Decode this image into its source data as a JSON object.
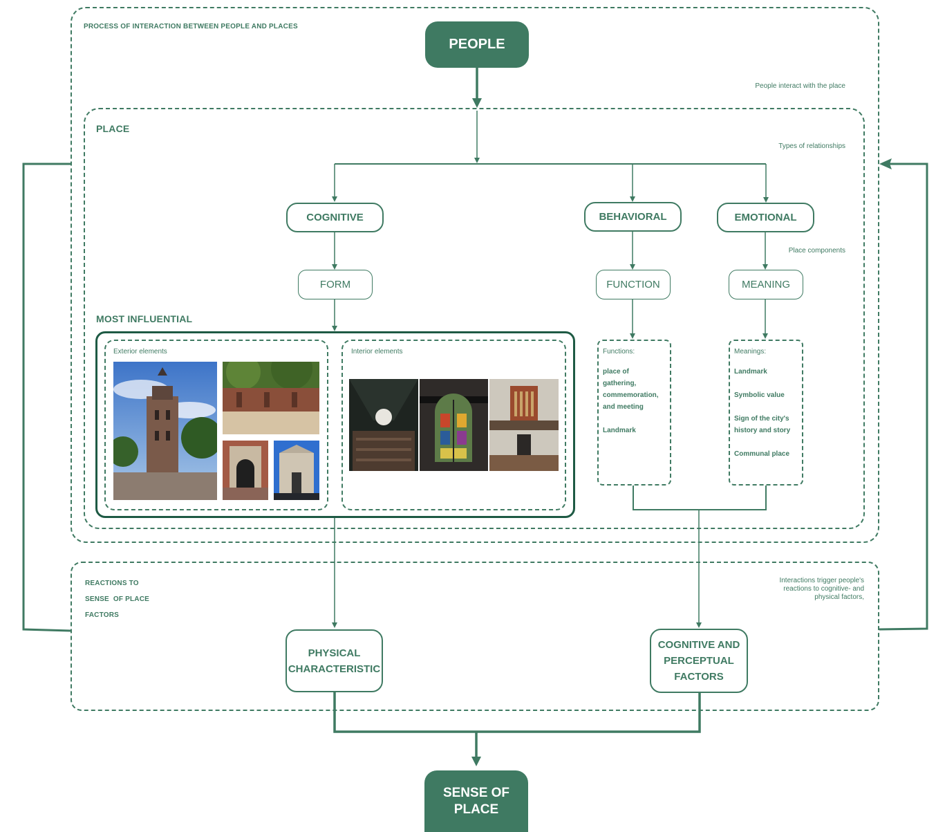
{
  "outer_frame": {
    "title": "PROCESS OF INTERACTION BETWEEN PEOPLE AND PLACES"
  },
  "people": "PEOPLE",
  "notes": {
    "people_interact": "People interact with the place",
    "types_relationships": "Types of relationships",
    "place_components": "Place components",
    "interactions_trigger": "Interactions trigger people's reactions to cognitive- and physical factors,"
  },
  "place": {
    "title": "PLACE",
    "relationships": [
      "COGNITIVE",
      "BEHAVIORAL",
      "EMOTIONAL"
    ],
    "components": [
      "FORM",
      "FUNCTION",
      "MEANING"
    ],
    "most_influential": "MOST INFLUENTIAL",
    "exterior_label": "Exterior elements",
    "interior_label": "Interior elements",
    "functions": {
      "title": "Functions:",
      "items": [
        "place of",
        "gathering,",
        "commemoration,",
        "and meeting",
        "",
        "Landmark"
      ]
    },
    "meanings": {
      "title": "Meanings:",
      "items": [
        "Landmark",
        "",
        "Symbolic value",
        "",
        "Sign of the city's",
        "history and story",
        "",
        "Communal place"
      ]
    }
  },
  "reactions": {
    "title_lines": [
      "REACTIONS TO",
      "SENSE  OF PLACE",
      "FACTORS"
    ],
    "physical": [
      "PHYSICAL",
      "CHARACTERISTIC"
    ],
    "cognitive": [
      "COGNITIVE AND",
      "PERCEPTUAL",
      "FACTORS"
    ]
  },
  "sense_of_place": [
    "SENSE OF",
    "PLACE"
  ],
  "colors": {
    "primary": "#3f7a62",
    "dark": "#1e5a44"
  }
}
